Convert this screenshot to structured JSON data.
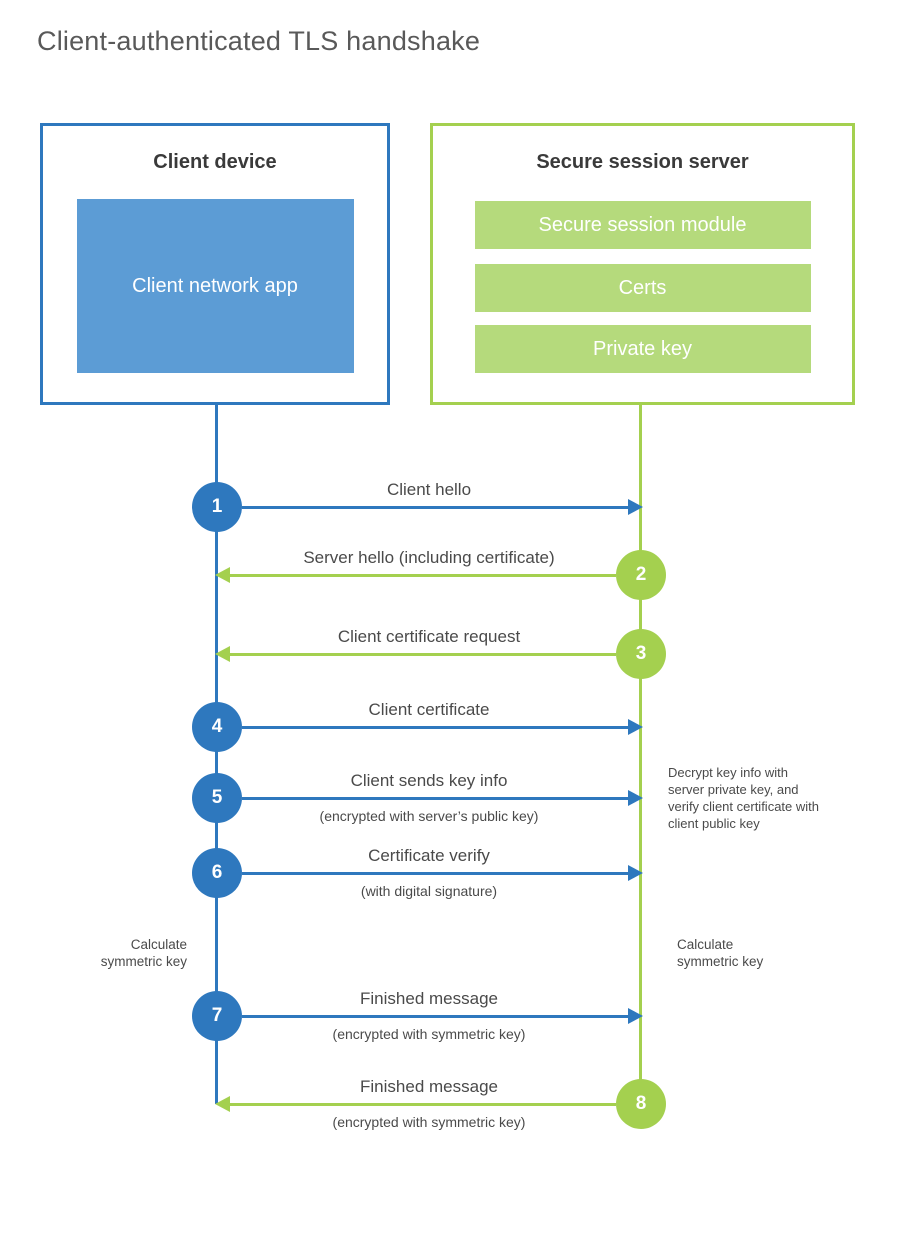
{
  "page": {
    "title": "Client-authenticated TLS handshake"
  },
  "colors": {
    "blue": "#2E78BE",
    "blue_fill": "#5C9CD5",
    "green": "#A4D04F",
    "green_fill": "#B5DA7C",
    "heading_text": "#3A3A3A",
    "label_text": "#4A4A4A",
    "title_text": "#595959"
  },
  "client": {
    "title": "Client device",
    "app_label": "Client network app"
  },
  "server": {
    "title": "Secure session server",
    "modules": [
      "Secure session module",
      "Certs",
      "Private key"
    ]
  },
  "messages": [
    {
      "step": "1",
      "label": "Client hello",
      "sublabel": "",
      "from": "client",
      "direction": "right"
    },
    {
      "step": "2",
      "label": "Server hello (including certificate)",
      "sublabel": "",
      "from": "server",
      "direction": "left"
    },
    {
      "step": "3",
      "label": "Client certificate request",
      "sublabel": "",
      "from": "server",
      "direction": "left"
    },
    {
      "step": "4",
      "label": "Client certificate",
      "sublabel": "",
      "from": "client",
      "direction": "right"
    },
    {
      "step": "5",
      "label": "Client sends key info",
      "sublabel": "(encrypted with server’s public key)",
      "from": "client",
      "direction": "right"
    },
    {
      "step": "6",
      "label": "Certificate verify",
      "sublabel": "(with digital signature)",
      "from": "client",
      "direction": "right"
    },
    {
      "step": "7",
      "label": "Finished message",
      "sublabel": "(encrypted with symmetric key)",
      "from": "client",
      "direction": "right"
    },
    {
      "step": "8",
      "label": "Finished message",
      "sublabel": "(encrypted with symmetric key)",
      "from": "server",
      "direction": "left"
    }
  ],
  "notes": {
    "decrypt": "Decrypt key info with server private key, and verify client certificate with client public key",
    "calc_left": "Calculate symmetric key",
    "calc_right": "Calculate symmetric key"
  }
}
